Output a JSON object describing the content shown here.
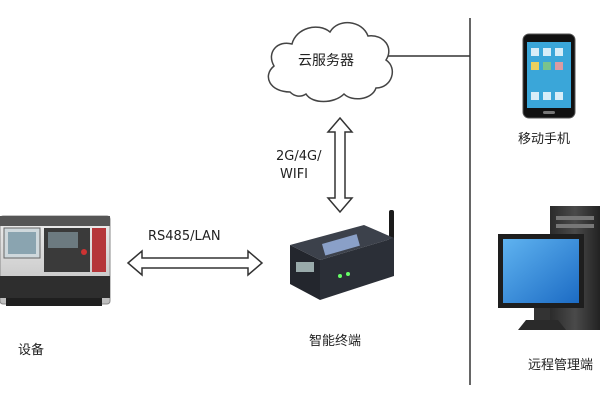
{
  "nodes": {
    "cloud": {
      "label": "云服务器"
    },
    "phone": {
      "label": "移动手机"
    },
    "terminal": {
      "label": "智能终端"
    },
    "machine": {
      "label": "设备"
    },
    "pc": {
      "label": "远程管理端"
    }
  },
  "links": {
    "cloud_terminal": {
      "label_line1": "2G/4G/",
      "label_line2": "WIFI"
    },
    "machine_terminal": {
      "label": "RS485/LAN"
    }
  },
  "colors": {
    "stroke": "#333333",
    "machine_body": "#d9d9d9",
    "machine_dark": "#3a3a3a",
    "machine_red": "#b5363a",
    "screen_blue": "#2a7fd8",
    "terminal_body": "#23262d",
    "phone_screen": "#3aa6d9"
  }
}
